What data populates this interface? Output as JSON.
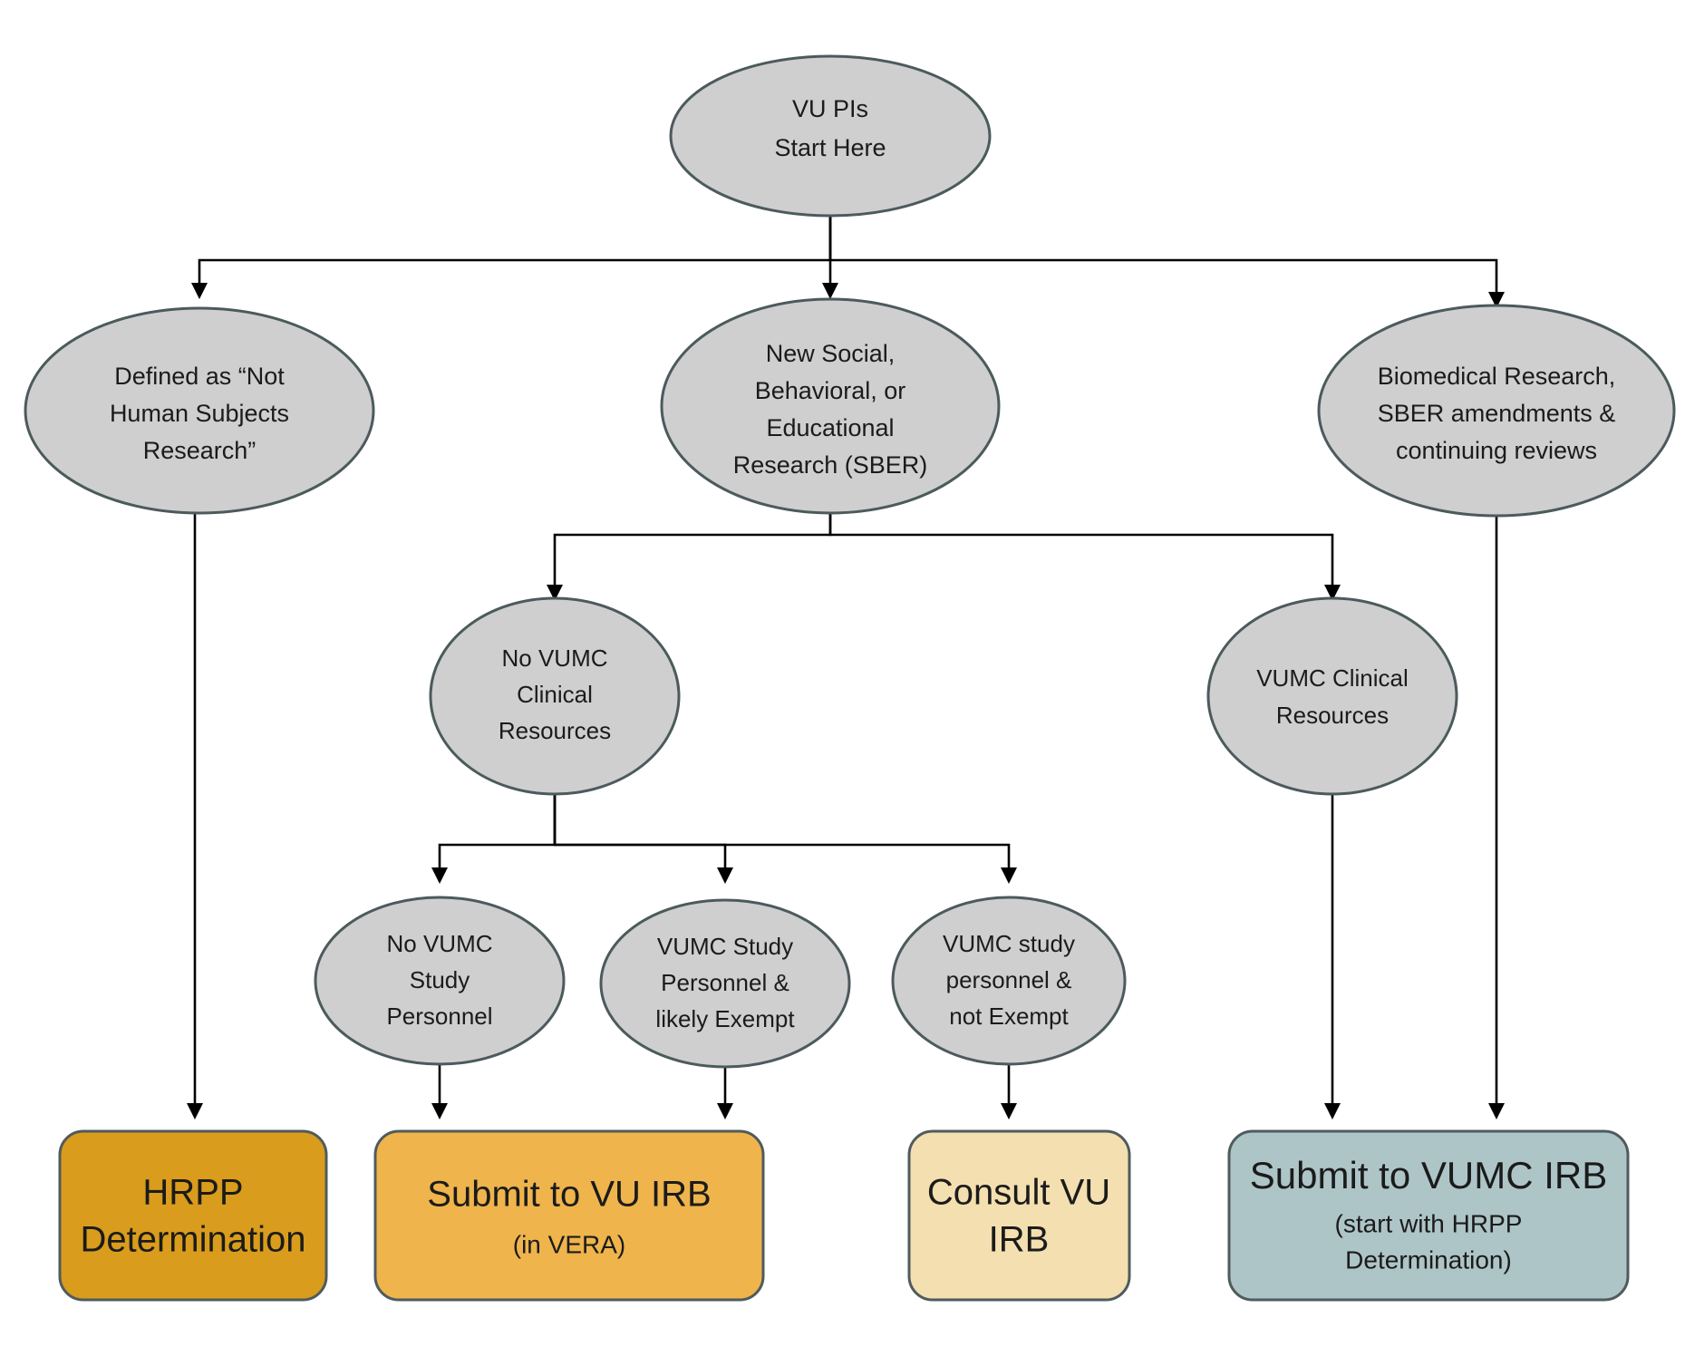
{
  "diagram": {
    "title": "VU PIs IRB Routing Flowchart",
    "background": "#ffffff",
    "palette": {
      "oval_fill": "#cfcfcf",
      "oval_stroke": "#4c5a5c",
      "edge_color": "#000000",
      "hrpp_box_fill": "#d99c1c",
      "vu_irb_box_fill": "#efb44b",
      "consult_box_fill": "#f3dfaf",
      "vumc_box_fill": "#aec5c7",
      "box_stroke": "#4f5b5d",
      "text_color": "#1b1b1b"
    },
    "nodes": {
      "start": {
        "shape": "ellipse",
        "lines": [
          "VU PIs",
          "Start  Here"
        ]
      },
      "not_human_subjects": {
        "shape": "ellipse",
        "lines": [
          "Defined as “Not",
          "Human Subjects",
          "Research”"
        ]
      },
      "sber": {
        "shape": "ellipse",
        "lines": [
          "New Social,",
          "Behavioral, or",
          "Educational",
          "Research (SBER)"
        ]
      },
      "biomedical": {
        "shape": "ellipse",
        "lines": [
          "Biomedical Research,",
          "SBER amendments &",
          "continuing reviews"
        ]
      },
      "no_vumc_clinical": {
        "shape": "ellipse",
        "lines": [
          "No VUMC",
          "Clinical",
          "Resources"
        ]
      },
      "vumc_clinical": {
        "shape": "ellipse",
        "lines": [
          "VUMC Clinical",
          "Resources"
        ]
      },
      "no_vumc_personnel": {
        "shape": "ellipse",
        "lines": [
          "No VUMC",
          "Study",
          "Personnel"
        ]
      },
      "vumc_personnel_exempt": {
        "shape": "ellipse",
        "lines": [
          "VUMC Study",
          "Personnel &",
          "likely Exempt"
        ]
      },
      "vumc_personnel_not_exempt": {
        "shape": "ellipse",
        "lines": [
          "VUMC study",
          "personnel &",
          "not Exempt"
        ]
      },
      "hrpp_determination": {
        "shape": "rounded-rect",
        "fill": "#d99c1c",
        "main_lines": [
          "HRPP",
          "Determination"
        ],
        "sub_lines": []
      },
      "submit_vu_irb": {
        "shape": "rounded-rect",
        "fill": "#efb44b",
        "main_lines": [
          "Submit to VU IRB"
        ],
        "sub_lines": [
          "(in VERA)"
        ]
      },
      "consult_vu_irb": {
        "shape": "rounded-rect",
        "fill": "#f3dfaf",
        "main_lines": [
          "Consult VU",
          "IRB"
        ],
        "sub_lines": []
      },
      "submit_vumc_irb": {
        "shape": "rounded-rect",
        "fill": "#aec5c7",
        "main_lines": [
          "Submit to VUMC IRB"
        ],
        "sub_lines": [
          "(start with HRPP",
          "Determination)"
        ]
      }
    },
    "edges": [
      {
        "from": "start",
        "to": "not_human_subjects"
      },
      {
        "from": "start",
        "to": "sber"
      },
      {
        "from": "start",
        "to": "biomedical"
      },
      {
        "from": "sber",
        "to": "no_vumc_clinical"
      },
      {
        "from": "sber",
        "to": "vumc_clinical"
      },
      {
        "from": "no_vumc_clinical",
        "to": "no_vumc_personnel"
      },
      {
        "from": "no_vumc_clinical",
        "to": "vumc_personnel_exempt"
      },
      {
        "from": "no_vumc_clinical",
        "to": "vumc_personnel_not_exempt"
      },
      {
        "from": "not_human_subjects",
        "to": "hrpp_determination"
      },
      {
        "from": "no_vumc_personnel",
        "to": "submit_vu_irb"
      },
      {
        "from": "vumc_personnel_exempt",
        "to": "submit_vu_irb"
      },
      {
        "from": "vumc_personnel_not_exempt",
        "to": "consult_vu_irb"
      },
      {
        "from": "vumc_clinical",
        "to": "submit_vumc_irb"
      },
      {
        "from": "biomedical",
        "to": "submit_vumc_irb"
      }
    ]
  }
}
